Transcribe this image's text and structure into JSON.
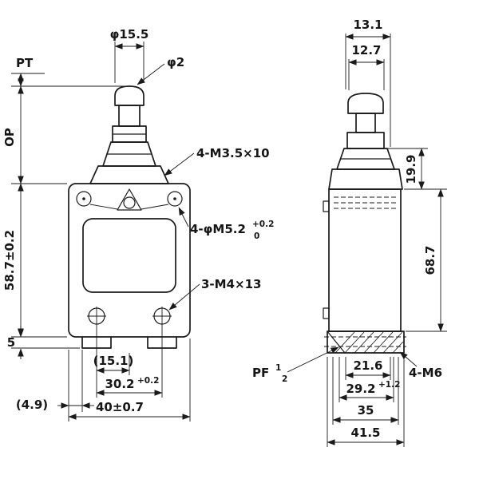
{
  "front_view": {
    "pt": "PT",
    "op": "OP",
    "cap_dia": "φ15.5",
    "pin_dia": "φ2",
    "head_screws": "4-M3.5×10",
    "mount_hole": "4-φM5.2",
    "mount_hole_tol_up": "+0.2",
    "mount_hole_tol_low": "0",
    "terminal_screws": "3-M4×13",
    "body_height": "58.7±0.2",
    "foot_height": "5",
    "inner_span": "(15.1)",
    "hole_span": "30.2",
    "hole_span_tol": "+0.2",
    "body_width": "40±0.7",
    "edge_offset": "(4.9)"
  },
  "side_view": {
    "top_outer": "13.1",
    "top_inner": "12.7",
    "head_height": "19.9",
    "body_height": "68.7",
    "conduit_thread": "PF",
    "conduit_num": "1",
    "conduit_den": "2",
    "dim_21_6": "21.6",
    "dim_29_2": "29.2",
    "dim_29_2_tol": "+1.2",
    "dim_35": "35",
    "dim_41_5": "41.5",
    "mount_bolts": "4-M6"
  }
}
